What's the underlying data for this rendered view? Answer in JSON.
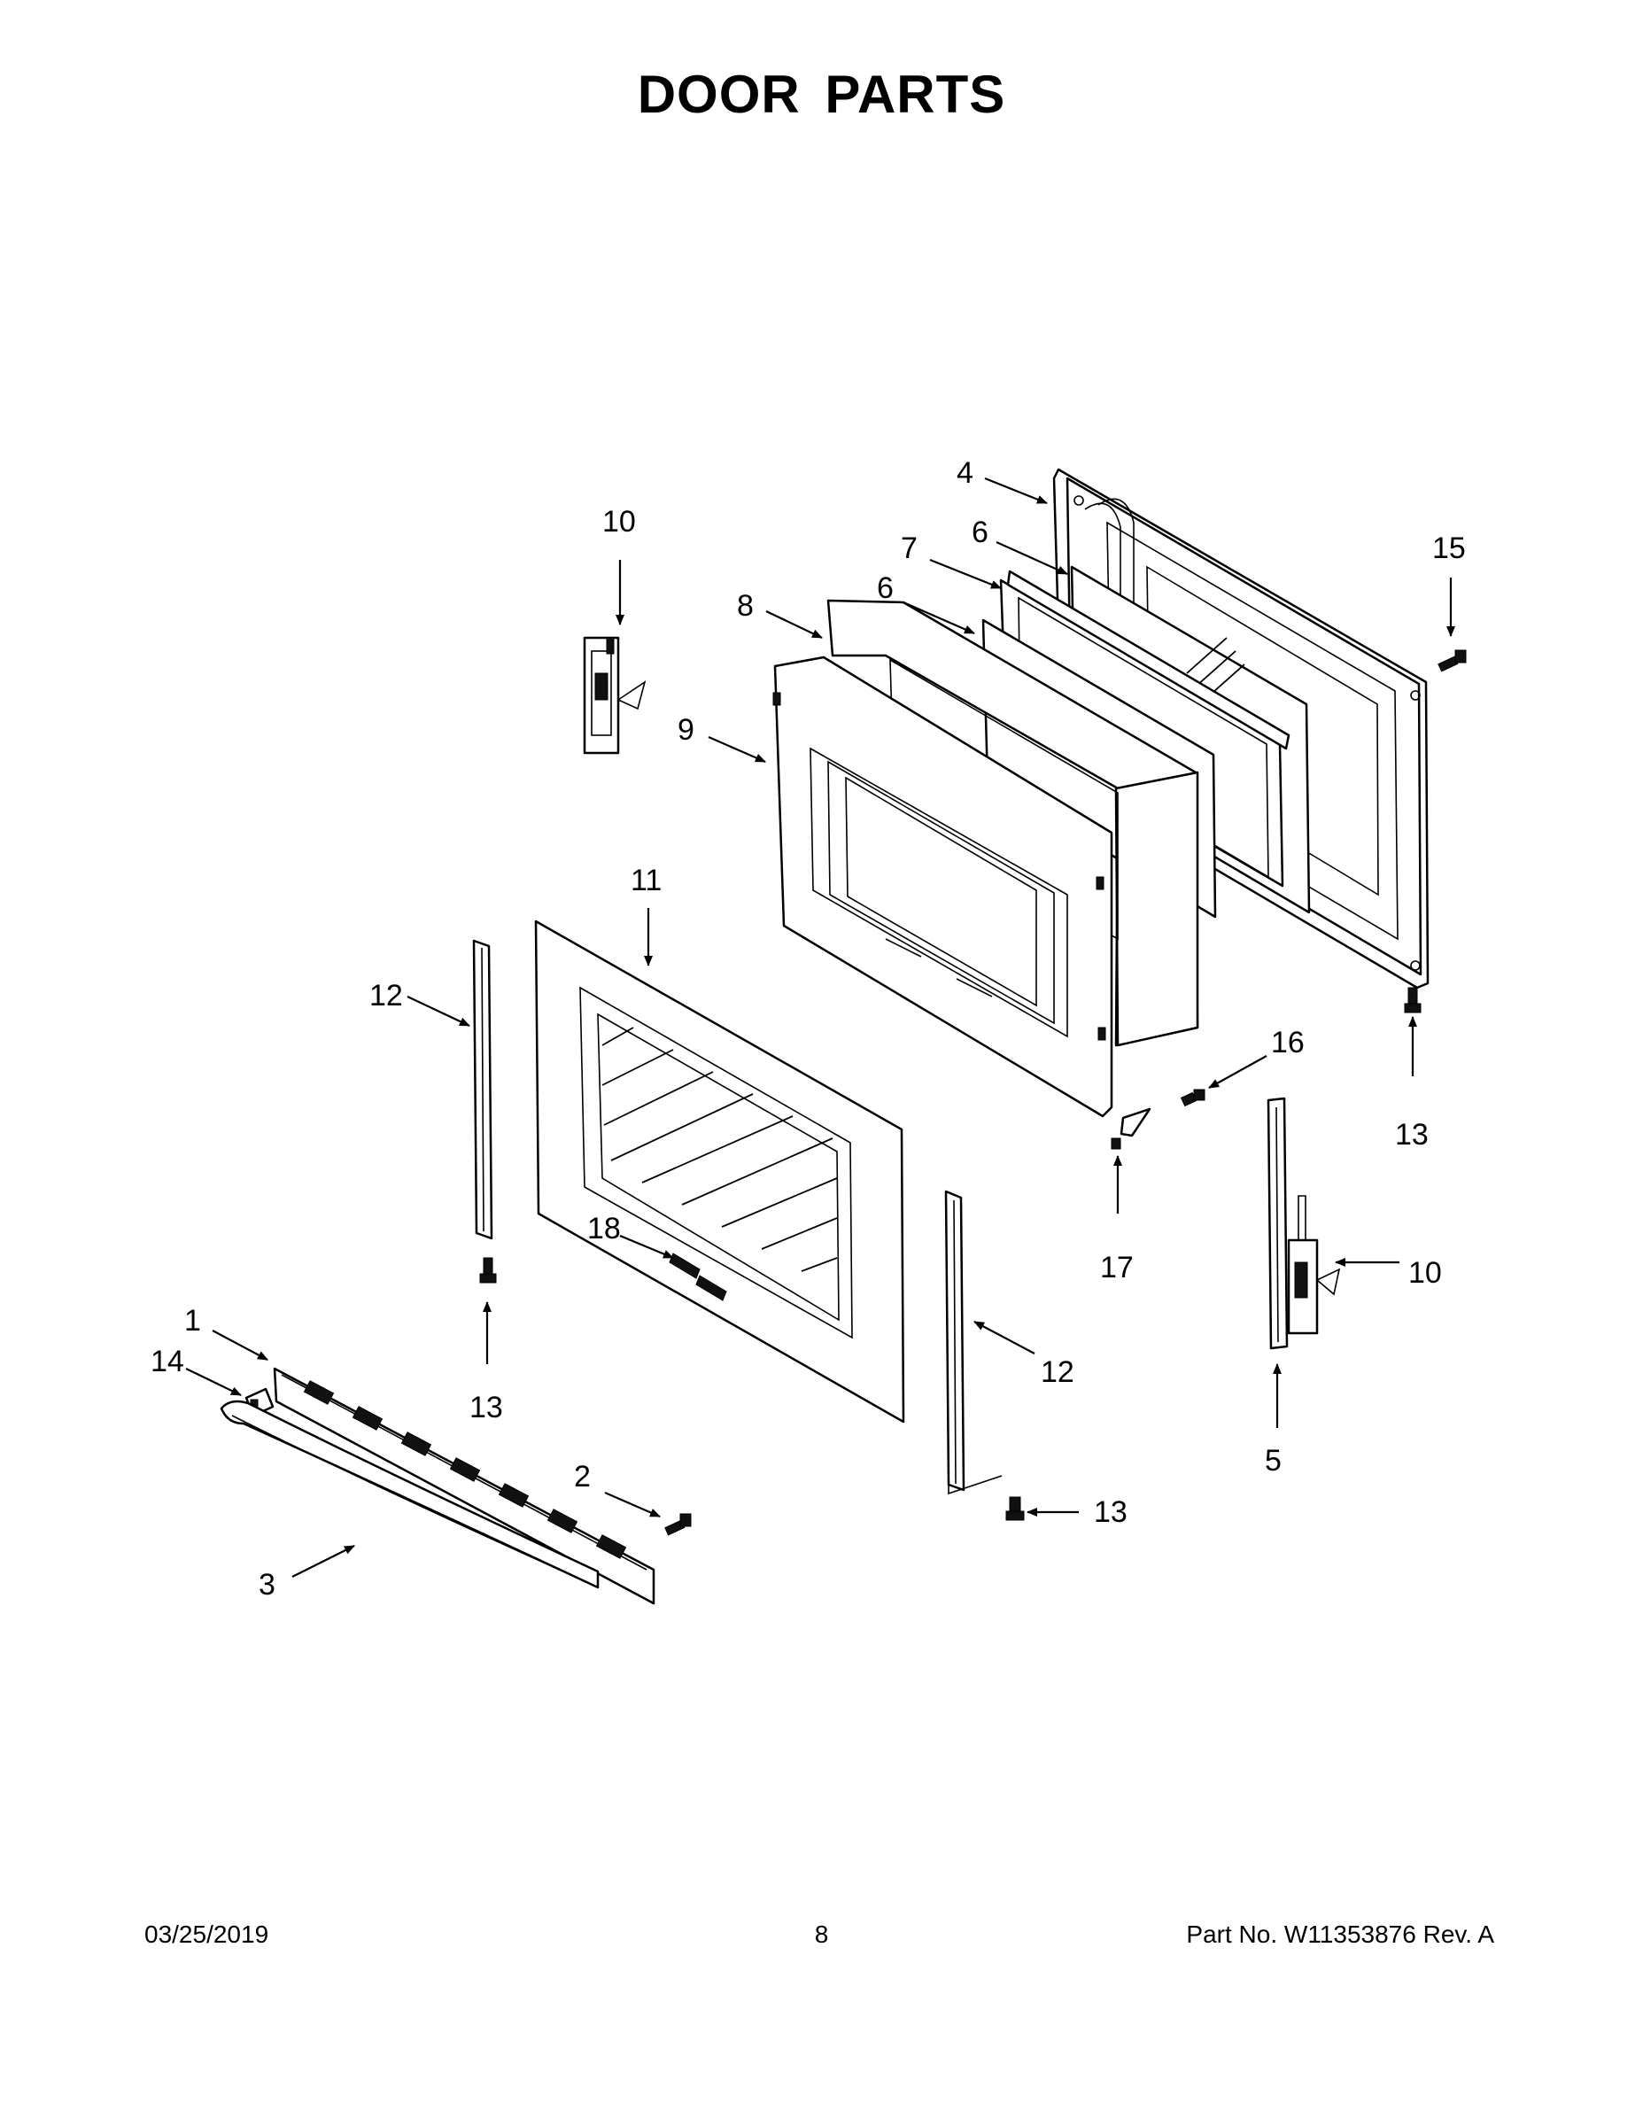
{
  "title": "DOOR PARTS",
  "callouts": [
    {
      "id": "c-4",
      "label": "4"
    },
    {
      "id": "c-10a",
      "label": "10"
    },
    {
      "id": "c-7",
      "label": "7"
    },
    {
      "id": "c-6a",
      "label": "6"
    },
    {
      "id": "c-6b",
      "label": "6"
    },
    {
      "id": "c-15",
      "label": "15"
    },
    {
      "id": "c-8",
      "label": "8"
    },
    {
      "id": "c-9",
      "label": "9"
    },
    {
      "id": "c-11",
      "label": "11"
    },
    {
      "id": "c-12a",
      "label": "12"
    },
    {
      "id": "c-16",
      "label": "16"
    },
    {
      "id": "c-13a",
      "label": "13"
    },
    {
      "id": "c-17",
      "label": "17"
    },
    {
      "id": "c-18",
      "label": "18"
    },
    {
      "id": "c-10b",
      "label": "10"
    },
    {
      "id": "c-1",
      "label": "1"
    },
    {
      "id": "c-13b",
      "label": "13"
    },
    {
      "id": "c-14",
      "label": "14"
    },
    {
      "id": "c-12b",
      "label": "12"
    },
    {
      "id": "c-5",
      "label": "5"
    },
    {
      "id": "c-2",
      "label": "2"
    },
    {
      "id": "c-13c",
      "label": "13"
    },
    {
      "id": "c-3",
      "label": "3"
    }
  ],
  "footer": {
    "date": "03/25/2019",
    "page": "8",
    "part_no": "Part No.  W11353876  Rev.  A"
  }
}
